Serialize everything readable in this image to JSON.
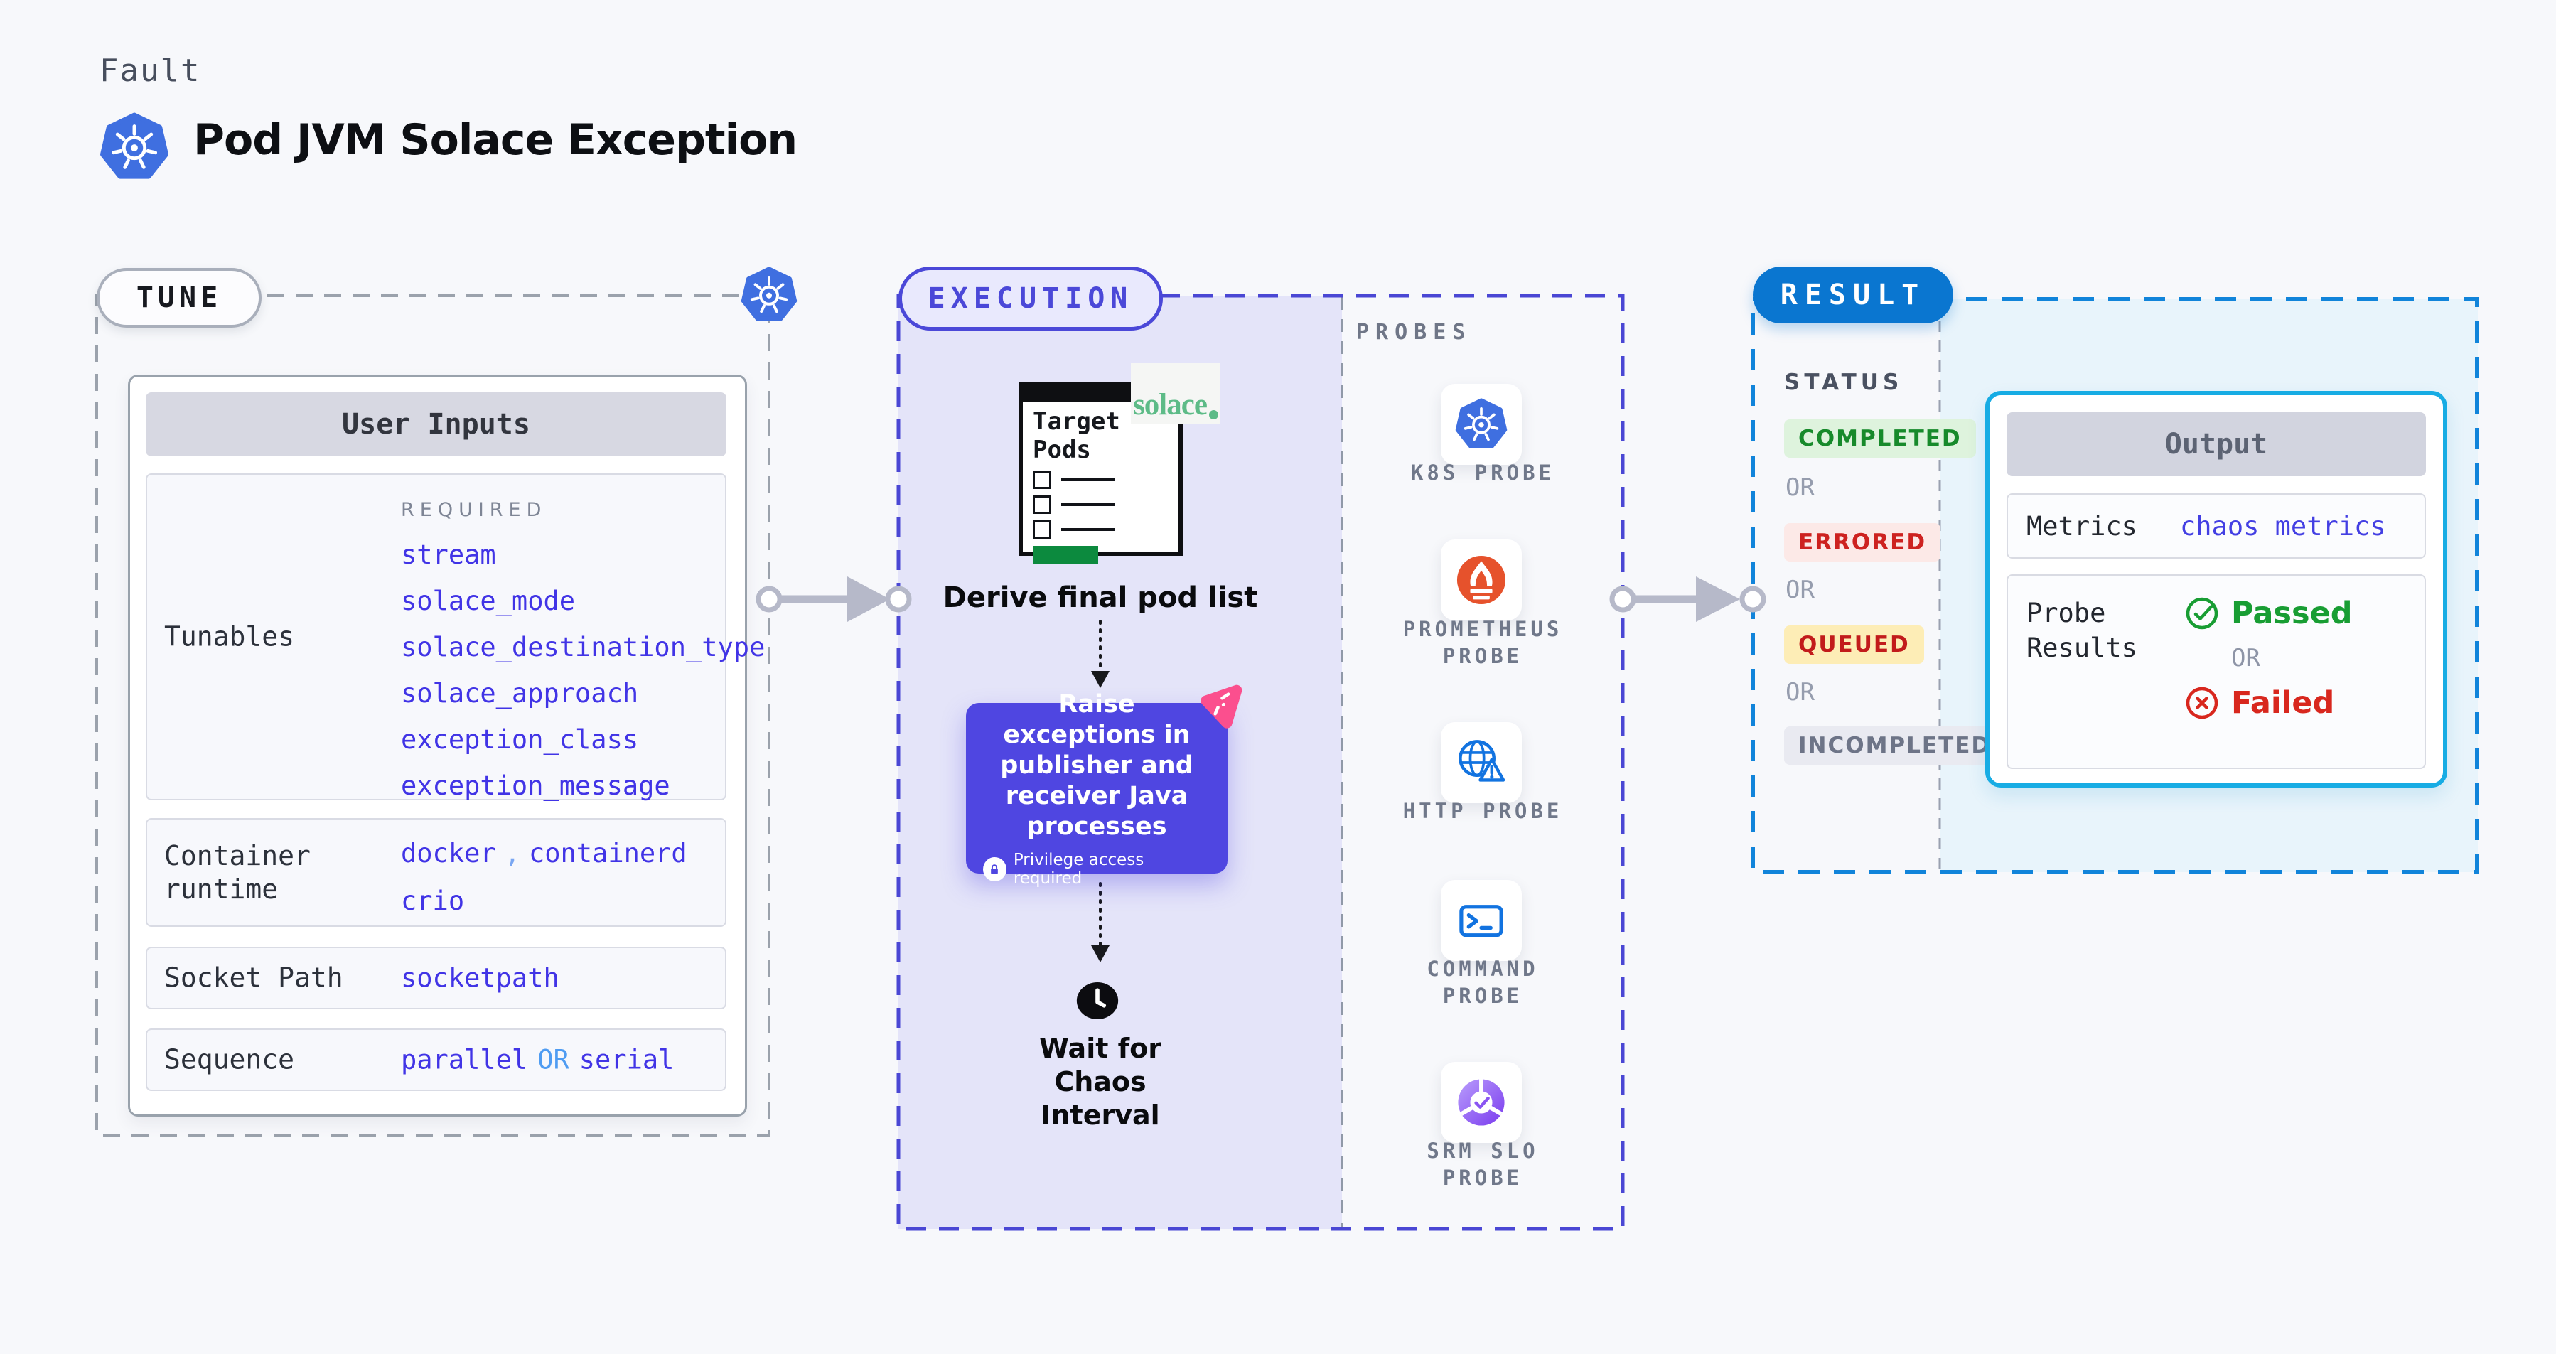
{
  "header": {
    "eyebrow": "Fault",
    "title": "Pod JVM Solace Exception",
    "icon": "kubernetes-icon"
  },
  "tune": {
    "badge": "TUNE",
    "corner_icon": "kubernetes-icon",
    "card_title": "User Inputs",
    "required_label": "REQUIRED",
    "tunables_label": "Tunables",
    "tunables": [
      "stream",
      "solace_mode",
      "solace_destination_type",
      "solace_approach",
      "exception_class",
      "exception_message"
    ],
    "comma": ",",
    "container_runtime_label": "Container runtime",
    "container_runtime_values": [
      "docker",
      "containerd",
      "crio"
    ],
    "socket_path_label": "Socket Path",
    "socket_path_value": "socketpath",
    "sequence_label": "Sequence",
    "sequence_values": [
      "parallel",
      "serial"
    ],
    "sequence_or": "OR"
  },
  "execution": {
    "badge": "EXECUTION",
    "target_window_title": "Target Pods",
    "solace_logo": "solace",
    "derive_caption": "Derive final pod list",
    "action_text": "Raise exceptions in publisher and receiver Java processes",
    "privilege_note": "Privilege access required",
    "wait_caption": "Wait for Chaos Interval"
  },
  "probes": {
    "title": "PROBES",
    "items": [
      {
        "label": "K8S PROBE",
        "icon": "kubernetes-icon"
      },
      {
        "label": "PROMETHEUS PROBE",
        "icon": "prometheus-icon"
      },
      {
        "label": "HTTP PROBE",
        "icon": "globe-warning-icon"
      },
      {
        "label": "COMMAND PROBE",
        "icon": "terminal-icon"
      },
      {
        "label": "SRM SLO PROBE",
        "icon": "slo-pie-check-icon"
      }
    ]
  },
  "result": {
    "badge": "RESULT",
    "status_label": "STATUS",
    "or_label": "OR",
    "statuses": [
      {
        "label": "COMPLETED",
        "fg": "#178a2b",
        "bg": "#def3dd"
      },
      {
        "label": "ERRORED",
        "fg": "#cd2220",
        "bg": "#fce9e7"
      },
      {
        "label": "QUEUED",
        "fg": "#c21b1b",
        "bg": "#fdedb6"
      },
      {
        "label": "INCOMPLETED",
        "fg": "#6d7487",
        "bg": "#e9eaf1"
      }
    ],
    "output": {
      "title": "Output",
      "metrics_label": "Metrics",
      "metrics_value": "chaos metrics",
      "probe_results_label": "Probe Results",
      "passed_label": "Passed",
      "or_label": "OR",
      "failed_label": "Failed"
    }
  },
  "colors": {
    "page_bg": "#f7f8fb",
    "kubernetes_blue": "#3f6fe0",
    "tunable_value_blue": "#4134e6",
    "light_or_blue": "#4f9cf2",
    "execution_indigo": "#4b48d8",
    "execution_panel": "#e4e4f9",
    "action_box_purple": "#4f46e1",
    "litmus_pink": "#fb4f8e",
    "solace_green": "#5dbb87",
    "result_blue": "#0a76d0",
    "result_panel_cyan": "#e8f4fb",
    "output_border_cyan": "#17ace4",
    "passed_green": "#189d33",
    "failed_red": "#d8271e",
    "prometheus_orange": "#e6522c"
  }
}
